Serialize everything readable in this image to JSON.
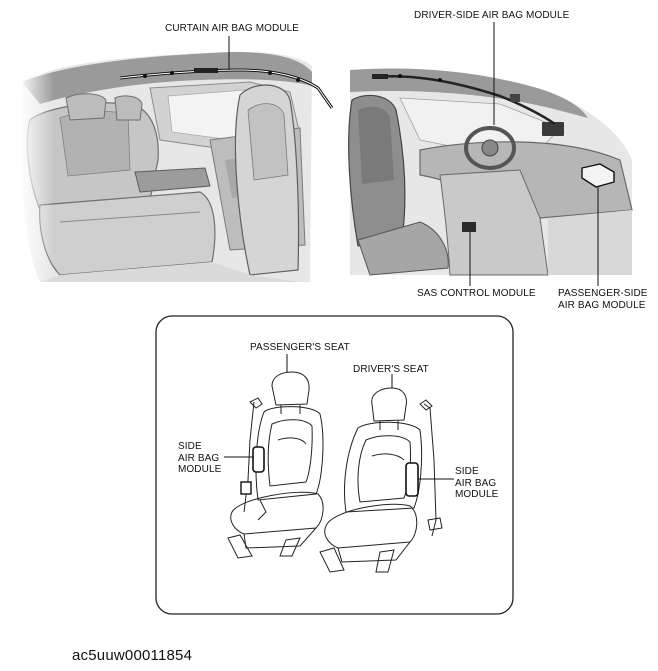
{
  "labels": {
    "curtain": "CURTAIN AIR BAG MODULE",
    "driver_side": "DRIVER-SIDE AIR BAG MODULE",
    "sas": "SAS CONTROL MODULE",
    "passenger_side_l1": "PASSENGER-SIDE",
    "passenger_side_l2": "AIR BAG MODULE",
    "passengers_seat": "PASSENGER'S SEAT",
    "drivers_seat": "DRIVER'S SEAT",
    "side_left_l1": "SIDE",
    "side_left_l2": "AIR BAG",
    "side_left_l3": "MODULE",
    "side_right_l1": "SIDE",
    "side_right_l2": "AIR BAG",
    "side_right_l3": "MODULE"
  },
  "figure_code": "ac5uuw00011854"
}
